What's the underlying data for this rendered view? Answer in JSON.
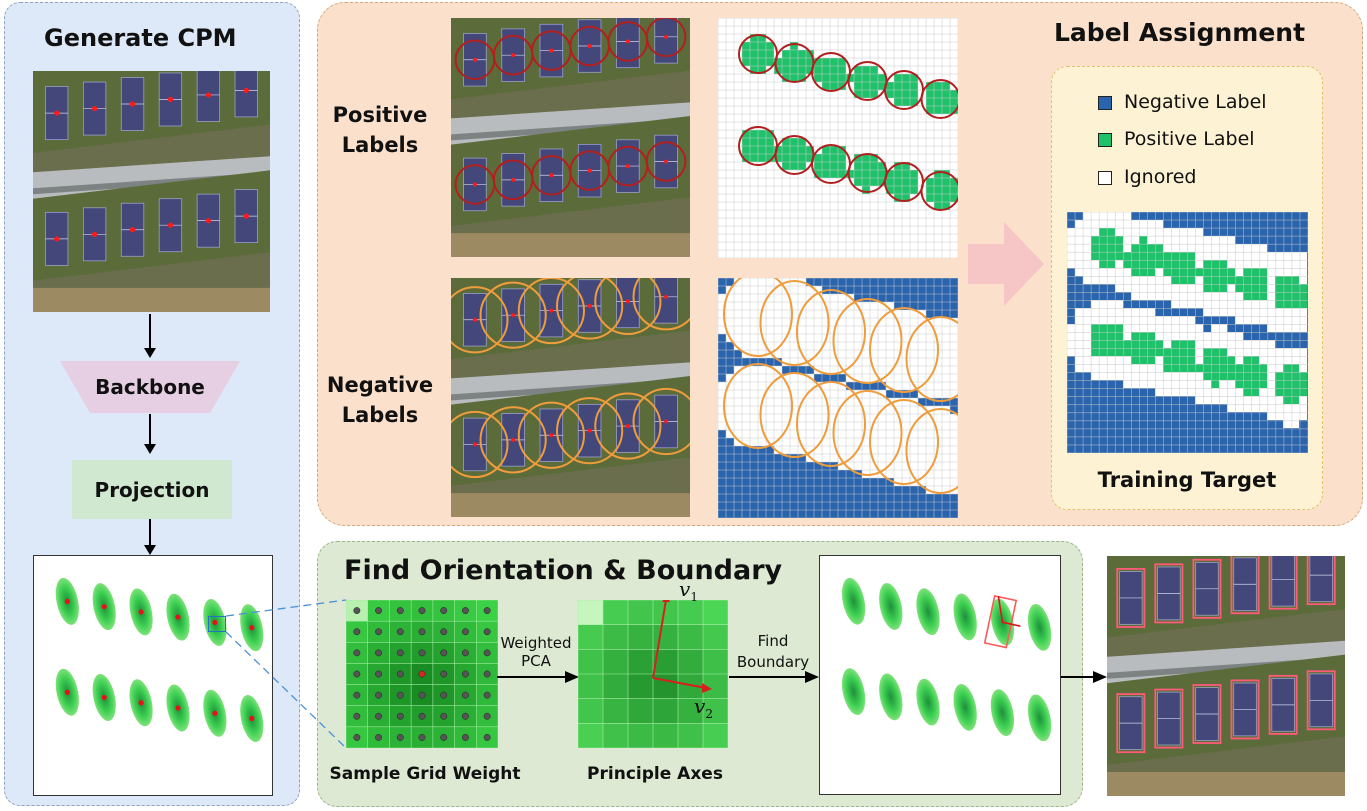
{
  "left_panel": {
    "title": "Generate CPM",
    "backbone_label": "Backbone",
    "projection_label": "Projection"
  },
  "top_panel": {
    "title": "Label Assignment",
    "positive_label": "Positive\nLabels",
    "negative_label": "Negative\nLabels",
    "legend": {
      "negative": "Negative Label",
      "positive": "Positive Label",
      "ignored": "Ignored"
    },
    "training_target": "Training Target"
  },
  "bottom_panel": {
    "title": "Find Orientation & Boundary",
    "sample_grid_label": "Sample Grid Weight",
    "principle_axes_label": "Principle Axes",
    "weighted_pca_label": "Weighted\nPCA",
    "find_boundary_label": "Find\nBoundary",
    "v1": "v",
    "v1_sub": "1",
    "v2": "v",
    "v2_sub": "2"
  },
  "colors": {
    "negative": "#2a64ad",
    "positive": "#1fc26b",
    "ignored": "#ffffff",
    "aerial_court": "#43477a",
    "aerial_ground": "#5f6b3e",
    "circle_red": "#b21f1f",
    "circle_orange": "#ef9c3c",
    "arrow_pink": "#f6c6c6"
  }
}
